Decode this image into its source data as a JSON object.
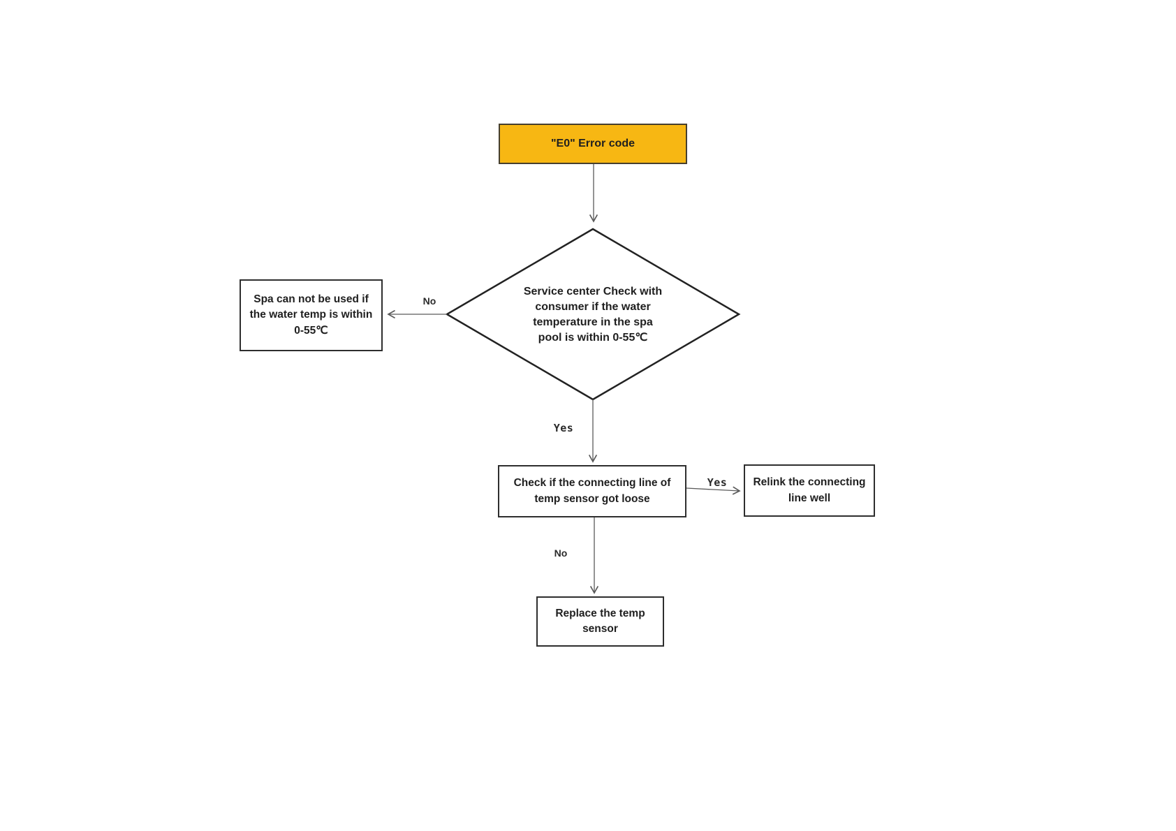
{
  "nodes": {
    "start": {
      "label": [
        "\"E0\" Error code"
      ]
    },
    "decision": {
      "label": [
        "Service center Check with",
        "consumer if the water",
        "temperature in the spa",
        "pool is within 0-55℃"
      ]
    },
    "spa_unusable": {
      "label": [
        "Spa can not be used if",
        "the water temp is within",
        "0-55℃"
      ]
    },
    "check_line": {
      "label": [
        "Check if the connecting line of",
        "temp sensor got loose"
      ]
    },
    "relink": {
      "label": [
        "Relink the connecting",
        "line well"
      ]
    },
    "replace": {
      "label": [
        "Replace the temp",
        "sensor"
      ]
    }
  },
  "edges": {
    "decision_no": {
      "label": "No"
    },
    "decision_yes": {
      "label": "Yes"
    },
    "check_yes": {
      "label": "Yes"
    },
    "check_no": {
      "label": "No"
    }
  },
  "colors": {
    "start_fill": "#F7B713",
    "shape_stroke": "#2e2e2e",
    "connector": "#5a5a5a",
    "background": "#ffffff"
  }
}
